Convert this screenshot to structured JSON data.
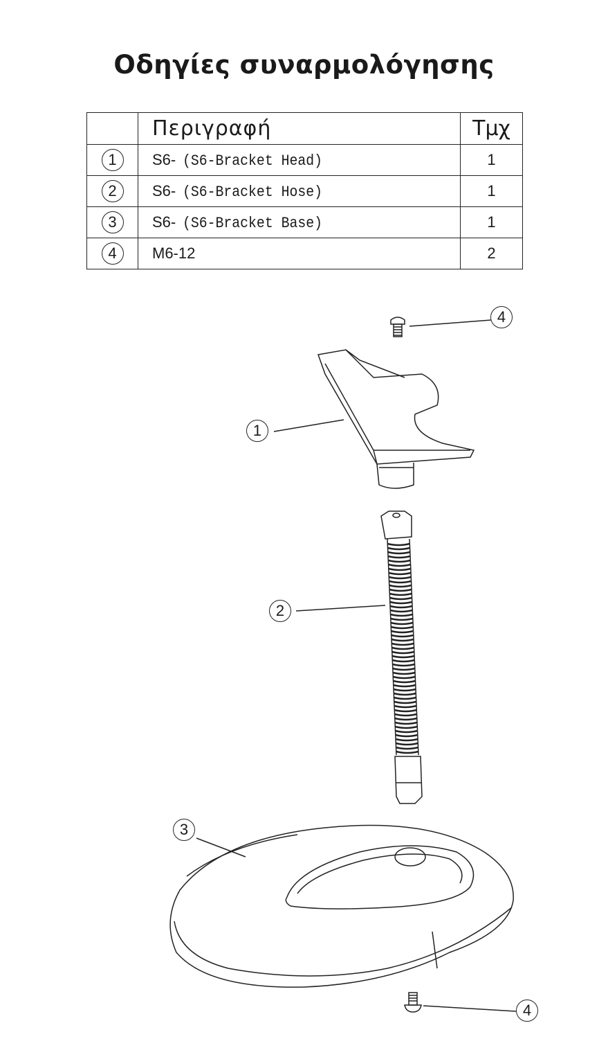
{
  "title": "Οδηγίες συναρμολόγησης",
  "table": {
    "headers": {
      "description": "Περιγραφή",
      "qty": "Τμχ"
    },
    "rows": [
      {
        "num": "1",
        "code": "S6-",
        "name": "(S6-Bracket Head)",
        "qty": "1"
      },
      {
        "num": "2",
        "code": "S6-",
        "name": "(S6-Bracket Hose)",
        "qty": "1"
      },
      {
        "num": "3",
        "code": "S6-",
        "name": "(S6-Bracket Base)",
        "qty": "1"
      },
      {
        "num": "4",
        "code": "M6-12",
        "name": "",
        "qty": "2"
      }
    ]
  },
  "callouts": {
    "head": "1",
    "hose": "2",
    "base": "3",
    "screw_top": "4",
    "screw_bottom": "4"
  }
}
